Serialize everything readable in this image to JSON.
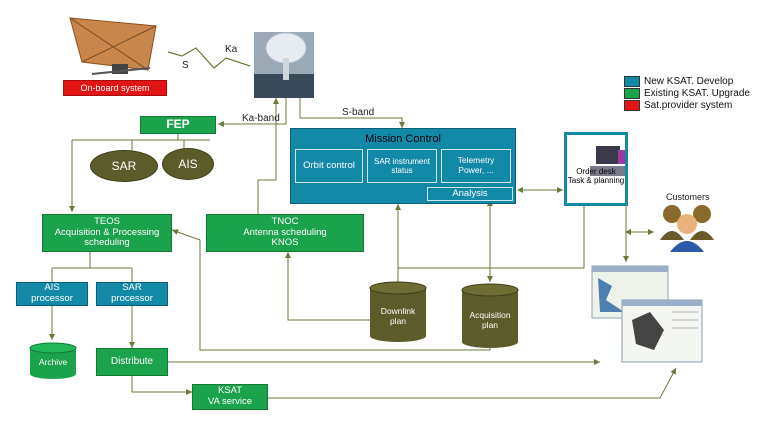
{
  "satellite": {
    "label": "On-board system"
  },
  "links": {
    "s": "S",
    "ka": "Ka",
    "ka_band": "Ka-band",
    "s_band": "S-band"
  },
  "legend": [
    {
      "label": "New KSAT. Develop",
      "color": "#1389a8"
    },
    {
      "label": "Existing KSAT. Upgrade",
      "color": "#1aa34a"
    },
    {
      "label": "Sat.provider system",
      "color": "#e21414"
    }
  ],
  "fep": "FEP",
  "sar": "SAR",
  "ais": "AIS",
  "teos": "TEOS\nAcquisition & Processing\nscheduling",
  "tnoc": "TNOC\nAntenna scheduling\nKNOS",
  "mission_control": {
    "title": "Mission Control",
    "orbit": "Orbit control",
    "sar_status": "SAR instrument\nstatus",
    "telemetry": "Telemetry\nPower, ...",
    "analysis": "Analysis"
  },
  "order_desk": {
    "line1": "Order desk",
    "line2": "Task & planning"
  },
  "customers": "Customers",
  "ais_processor": "AIS\nprocessor",
  "sar_processor": "SAR\nprocessor",
  "archive": "Archive",
  "distribute": "Distribute",
  "downlink_plan": "Downlink\nplan",
  "acquisition_plan": "Acquisition\nplan",
  "ksat_va": "KSAT\nVA service"
}
